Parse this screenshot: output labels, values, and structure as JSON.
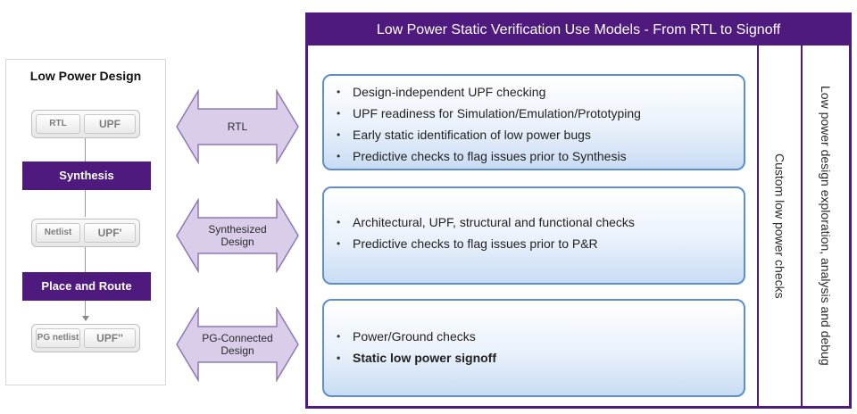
{
  "flow": {
    "title": "Low Power Design",
    "stages": [
      {
        "left_chip": "RTL",
        "right_chip": "UPF"
      },
      {
        "left_chip": "Netlist",
        "right_chip": "UPF'"
      },
      {
        "left_chip": "PG netlist",
        "right_chip": "UPF''"
      }
    ],
    "steps": [
      "Synthesis",
      "Place and Route"
    ]
  },
  "arrows": [
    {
      "label": "RTL"
    },
    {
      "label": "Synthesized Design"
    },
    {
      "label": "PG-Connected Design"
    }
  ],
  "panel": {
    "title": "Low Power Static Verification Use Models - From RTL to Signoff",
    "cards": [
      {
        "items": [
          {
            "text": "Design-independent UPF checking"
          },
          {
            "text": "UPF readiness for Simulation/Emulation/Prototyping"
          },
          {
            "text": "Early static identification of low power bugs"
          },
          {
            "text": "Predictive checks to flag issues prior to Synthesis"
          }
        ]
      },
      {
        "items": [
          {
            "text": "Architectural, UPF, structural and functional checks"
          },
          {
            "text": "Predictive checks to flag issues prior to P&R"
          }
        ]
      },
      {
        "items": [
          {
            "text": "Power/Ground checks"
          },
          {
            "text": "Static low power signoff",
            "bold": true
          }
        ]
      }
    ],
    "side_labels": [
      "Custom low power checks",
      "Low power design exploration, analysis and debug"
    ]
  },
  "colors": {
    "accent": "#4f1a7d",
    "card_border": "#5b8fd1",
    "arrow_fill": "#d9cdea",
    "arrow_stroke": "#8e78b4"
  }
}
